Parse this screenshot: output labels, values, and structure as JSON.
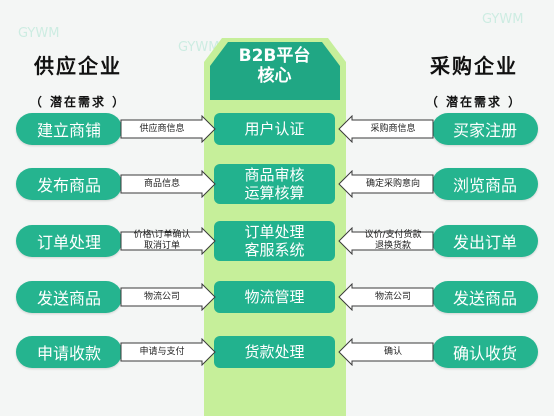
{
  "left_header": {
    "title": "供应企业",
    "subtitle": "（ 潜在需求 ）"
  },
  "right_header": {
    "title": "采购企业",
    "subtitle": "（ 潜在需求 ）"
  },
  "center": {
    "title_line1": "B2B平台",
    "title_line2": "核心"
  },
  "left_items": [
    "建立商铺",
    "发布商品",
    "订单处理",
    "发送商品",
    "申请收款"
  ],
  "right_items": [
    "买家注册",
    "浏览商品",
    "发出订单",
    "发送商品",
    "确认收货"
  ],
  "center_items": [
    [
      "用户认证",
      ""
    ],
    [
      "商品审核",
      "运算核算"
    ],
    [
      "订单处理",
      "客服系统"
    ],
    [
      "物流管理",
      ""
    ],
    [
      "货款处理",
      ""
    ]
  ],
  "left_arrow_labels": [
    [
      "供应商信息",
      ""
    ],
    [
      "商品信息",
      ""
    ],
    [
      "价格\\订单确认",
      "取消订单"
    ],
    [
      "物流公司",
      ""
    ],
    [
      "申请与支付",
      ""
    ]
  ],
  "right_arrow_labels": [
    [
      "采购商信息",
      ""
    ],
    [
      "确定采购意向",
      ""
    ],
    [
      "议价/支付货款",
      "退换货款"
    ],
    [
      "物流公司",
      ""
    ],
    [
      "确认",
      ""
    ]
  ],
  "watermark_text": "GYWM",
  "colors": {
    "green": "#25b48f",
    "center_frame": "#c6ef9a",
    "arrow_fill": "#ffffff",
    "arrow_stroke": "#3a3a3a"
  }
}
